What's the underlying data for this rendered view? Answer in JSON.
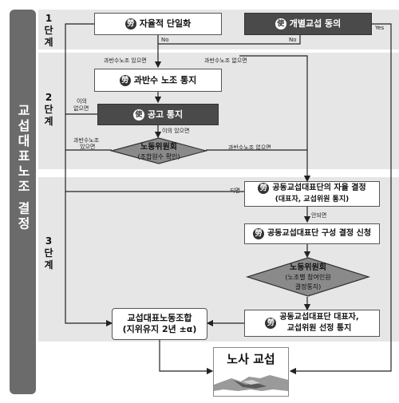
{
  "sidebar": {
    "title": "교섭대표노조 결정"
  },
  "stages": {
    "s1": "1\n단\n계",
    "s2": "2\n단\n계",
    "s3": "3\n단\n계"
  },
  "tags": {
    "labor": "勞",
    "employer": "使"
  },
  "boxes": {
    "voluntary": "자율적 단일화",
    "consent": "개별교섭 동의",
    "majority_notice": "과반수 노조 통지",
    "public_notice": "공고 통지",
    "joint_voluntary_1": "공동교섭대표단의 자율 결정",
    "joint_voluntary_2": "(대표자, 교섭위원 통지)",
    "joint_request": "공동교섭대표단 구성 결정 신청",
    "joint_select_1": "공동교섭대표단 대표자,",
    "joint_select_2": "교섭위원 선정 통지",
    "rep_union_1": "교섭대표노동조합",
    "rep_union_2": "(지위유지 2년 ±α)",
    "final": "노사 교섭"
  },
  "diamonds": {
    "commission1_title": "노동위원회",
    "commission1_sub": "(조합원수 확인)",
    "commission2_title": "노동위원회",
    "commission2_sub1": "(노조별 참여인원",
    "commission2_sub2": "결정통지)"
  },
  "labels": {
    "no1": "No",
    "no2": "No",
    "yes": "Yes",
    "has_majority": "과반수노조 있으면",
    "no_majority_top": "과반수노조 없으면",
    "objection_1": "이의",
    "objection_2": "없으면",
    "objection_yes": "이의 있으면",
    "left_majority_1": "과반수노조",
    "left_majority_2": "있으면",
    "right_no_majority": "과반수노조 없으면",
    "done": "되면",
    "not_done": "안되면"
  }
}
